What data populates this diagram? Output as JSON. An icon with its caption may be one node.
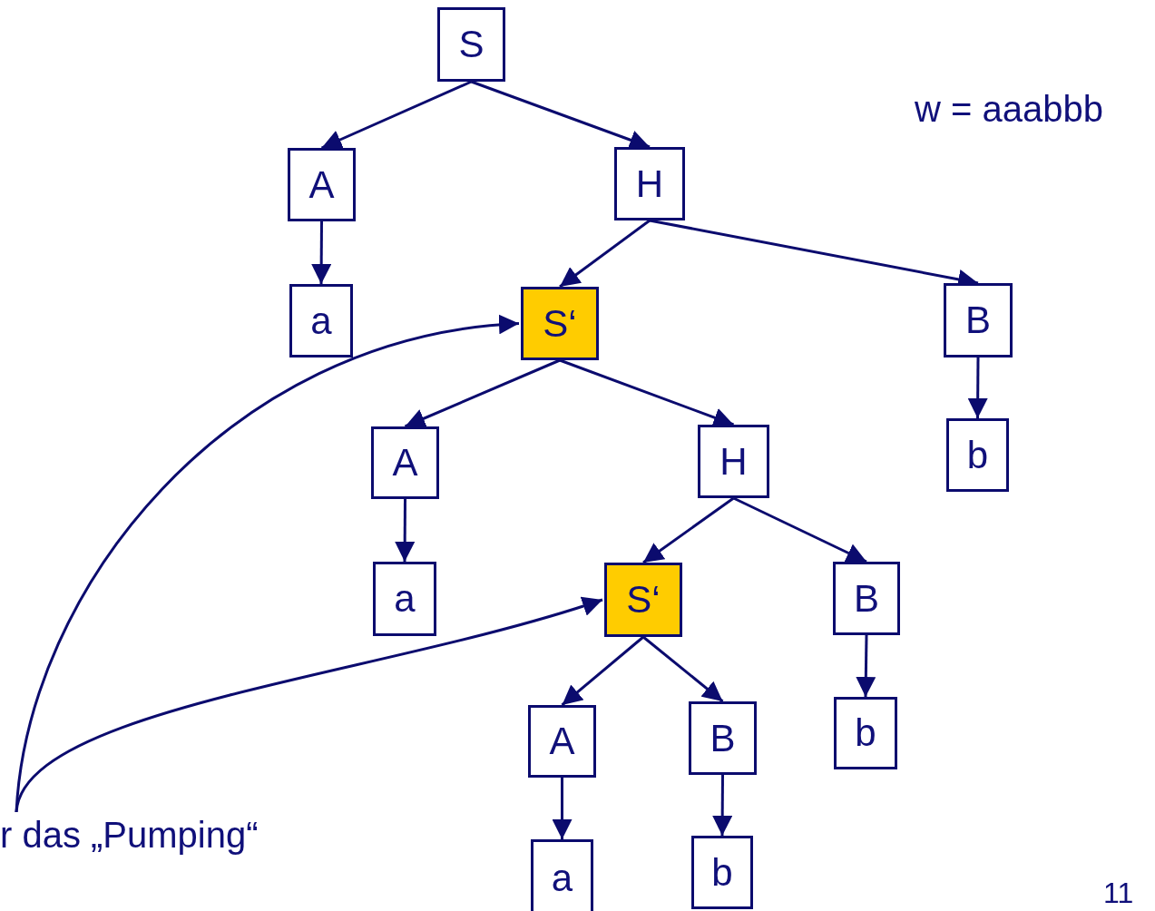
{
  "diagram": {
    "nodes": [
      {
        "text": [
          "S"
        ]
      },
      {
        "text": [
          "A"
        ]
      },
      {
        "text": [
          "H"
        ]
      },
      {
        "text": [
          "a"
        ]
      },
      {
        "text": [
          "S‘"
        ]
      },
      {
        "text": [
          "B"
        ]
      },
      {
        "text": [
          "A"
        ]
      },
      {
        "text": [
          "H"
        ]
      },
      {
        "text": [
          "b"
        ]
      },
      {
        "text": [
          "a"
        ]
      },
      {
        "text": [
          "S‘"
        ]
      },
      {
        "text": [
          "B"
        ]
      },
      {
        "text": [
          "A"
        ]
      },
      {
        "text": [
          "B"
        ]
      },
      {
        "text": [
          "b"
        ]
      },
      {
        "text": [
          "a"
        ]
      },
      {
        "text": [
          "b"
        ]
      },
      {
        "text": [
          "r das „Pumping“"
        ]
      }
    ],
    "edges": [
      {
        "from": 0,
        "to": 1,
        "arrow": "to"
      },
      {
        "from": 0,
        "to": 2,
        "arrow": "to"
      },
      {
        "from": 1,
        "to": 3,
        "arrow": "to"
      },
      {
        "from": 2,
        "to": 4,
        "arrow": "to"
      },
      {
        "from": 2,
        "to": 5,
        "arrow": "to"
      },
      {
        "from": 4,
        "to": 6,
        "arrow": "to"
      },
      {
        "from": 4,
        "to": 7,
        "arrow": "to"
      },
      {
        "from": 5,
        "to": 8,
        "arrow": "to"
      },
      {
        "from": 6,
        "to": 9,
        "arrow": "to"
      },
      {
        "from": 7,
        "to": 10,
        "arrow": "to"
      },
      {
        "from": 7,
        "to": 11,
        "arrow": "to"
      },
      {
        "from": 10,
        "to": 12,
        "arrow": "to"
      },
      {
        "from": 10,
        "to": 13,
        "arrow": "to"
      },
      {
        "from": 11,
        "to": 14,
        "arrow": "to"
      },
      {
        "from": 12,
        "to": 15,
        "arrow": "to"
      },
      {
        "from": 13,
        "to": 16,
        "arrow": "to"
      },
      {
        "from": 17,
        "to": 4,
        "arrow": "to"
      },
      {
        "from": 17,
        "to": 10,
        "arrow": "to"
      }
    ],
    "labels": [
      "w = aaabbb",
      "11"
    ]
  }
}
